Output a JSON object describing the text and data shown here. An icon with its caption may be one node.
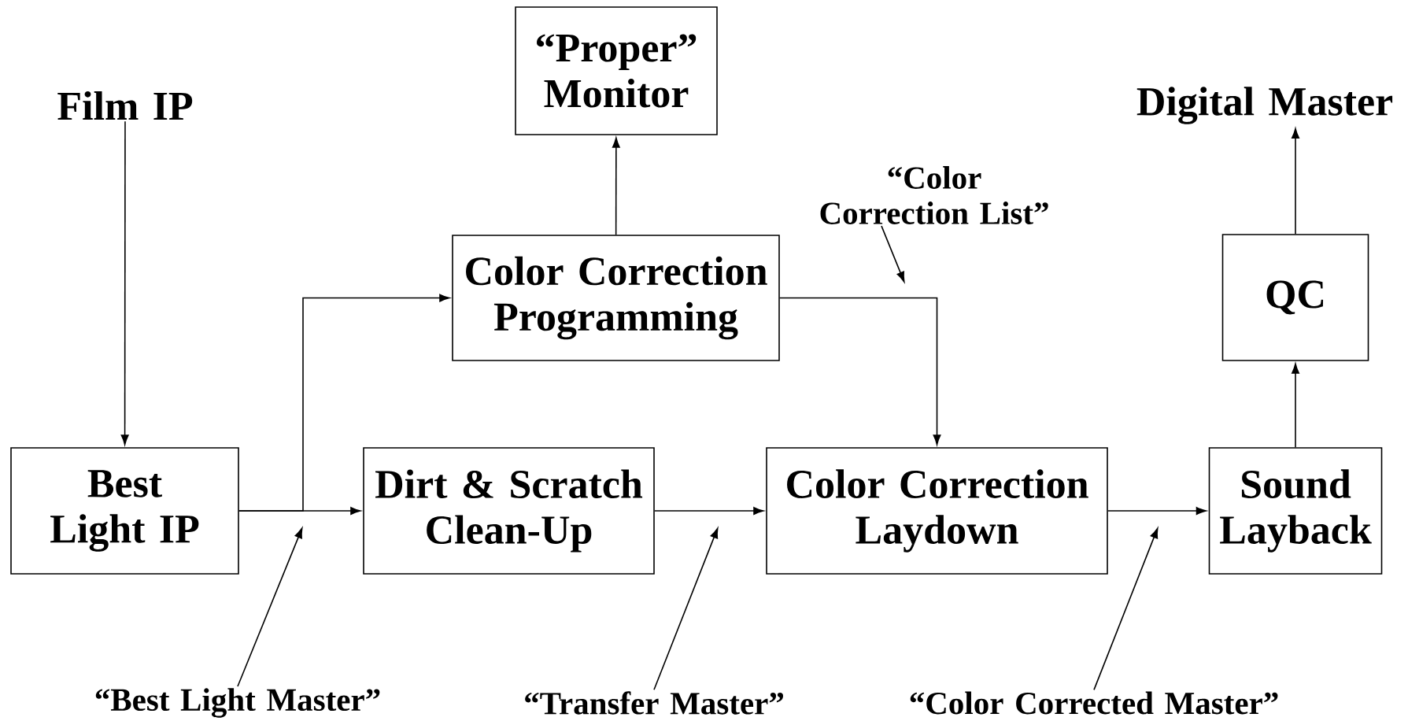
{
  "diagram": {
    "nodes": [
      {
        "text": [
          "“Proper” Monitor"
        ]
      },
      {
        "text": [
          "Film IP"
        ]
      },
      {
        "text": [
          "Digital Master"
        ]
      },
      {
        "text": [
          "“Color Correction List”"
        ]
      },
      {
        "text": [
          "Color Correction Programming"
        ]
      },
      {
        "text": [
          "QC"
        ]
      },
      {
        "text": [
          "Best Light IP"
        ]
      },
      {
        "text": [
          "Dirt & Scratch Clean-Up"
        ]
      },
      {
        "text": [
          "Color Correction Laydown"
        ]
      },
      {
        "text": [
          "Sound Layback"
        ]
      },
      {
        "text": [
          "“Best Light Master”"
        ]
      },
      {
        "text": [
          "“Transfer Master”"
        ]
      },
      {
        "text": [
          "“Color Corrected Master”"
        ]
      }
    ],
    "edges": [
      {
        "from": 1,
        "to": 6,
        "arrow": "to"
      },
      {
        "from": 6,
        "to": 7,
        "arrow": "to"
      },
      {
        "from": 6,
        "to": 4,
        "arrow": "to"
      },
      {
        "from": 4,
        "to": 0,
        "arrow": "to"
      },
      {
        "from": 4,
        "to": 8,
        "arrow": "to"
      },
      {
        "from": 7,
        "to": 8,
        "arrow": "to"
      },
      {
        "from": 8,
        "to": 9,
        "arrow": "to"
      },
      {
        "from": 9,
        "to": 5,
        "arrow": "to"
      },
      {
        "from": 5,
        "to": 2,
        "arrow": "to"
      },
      {
        "from": 3,
        "to": null,
        "arrow": "to"
      },
      {
        "from": 10,
        "to": null,
        "arrow": "to"
      },
      {
        "from": 11,
        "to": null,
        "arrow": "to"
      },
      {
        "from": 12,
        "to": null,
        "arrow": "to"
      }
    ]
  }
}
